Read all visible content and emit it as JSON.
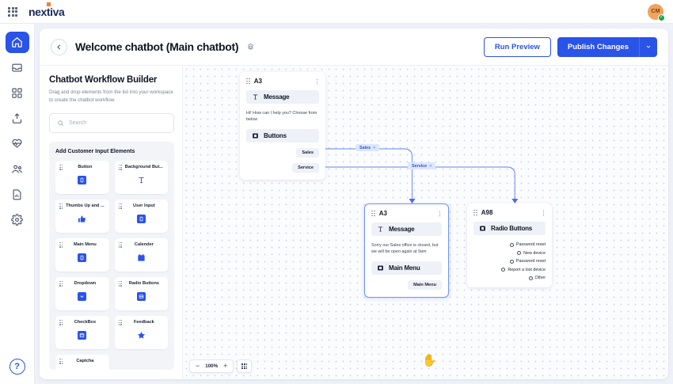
{
  "topbar": {
    "waffle_icon": "apps-grid-icon",
    "brand": "nextiva",
    "avatar_initials": "CM",
    "avatar_badge": "✓"
  },
  "rail": {
    "items": [
      {
        "name": "home",
        "icon": "home-icon",
        "active": true
      },
      {
        "name": "inbox",
        "icon": "inbox-icon",
        "active": false
      },
      {
        "name": "apps",
        "icon": "grid-icon",
        "active": false
      },
      {
        "name": "upload",
        "icon": "upload-icon",
        "active": false
      },
      {
        "name": "pulse",
        "icon": "heart-pulse-icon",
        "active": false
      },
      {
        "name": "contacts",
        "icon": "people-icon",
        "active": false
      },
      {
        "name": "reports",
        "icon": "report-file-icon",
        "active": false
      },
      {
        "name": "settings",
        "icon": "gear-icon",
        "active": false
      }
    ],
    "help_label": "?"
  },
  "header": {
    "back_icon": "arrow-left-icon",
    "title": "Welcome chatbot (Main chatbot)",
    "settings_icon": "gear-icon",
    "run_preview_label": "Run Preview",
    "publish_label": "Publish Changes",
    "publish_caret_icon": "chevron-down-icon",
    "accent_color": "#2a53e8"
  },
  "left_panel": {
    "title": "Chatbot Workflow Builder",
    "subtitle": "Drag and drop elements from the list into your workspace to create the chatbot workflow.",
    "search": {
      "placeholder": "Search",
      "value": "",
      "icon": "search-icon"
    },
    "elements_title": "Add Customer Input Elements",
    "elements": [
      {
        "label": "Button",
        "icon": "button-icon"
      },
      {
        "label": "Background But...",
        "icon": "text-icon"
      },
      {
        "label": "Thumbs Up and ...",
        "icon": "thumbs-up-icon"
      },
      {
        "label": "User Input",
        "icon": "input-icon"
      },
      {
        "label": "Main Menu",
        "icon": "menu-icon"
      },
      {
        "label": "Calender",
        "icon": "calendar-icon"
      },
      {
        "label": "Dropdown",
        "icon": "dropdown-icon"
      },
      {
        "label": "Radio Buttons",
        "icon": "radio-icon"
      },
      {
        "label": "CheckBox",
        "icon": "checkbox-icon"
      },
      {
        "label": "Feedback",
        "icon": "star-icon"
      },
      {
        "label": "Captcha",
        "icon": "captcha-icon"
      }
    ]
  },
  "canvas": {
    "nodes": [
      {
        "id": "A3",
        "blocks": [
          {
            "label": "Message",
            "icon": "text-icon"
          }
        ],
        "message": "Hi! How can I help you? Choose from below",
        "second_block": {
          "label": "Buttons",
          "icon": "button-block-icon"
        },
        "choices": [
          "Sales",
          "Service"
        ]
      },
      {
        "id": "A3",
        "blocks": [
          {
            "label": "Message",
            "icon": "text-icon"
          }
        ],
        "message": "Sorry our Sales office is closed, but we will be open again at 9am",
        "second_block": {
          "label": "Main Menu",
          "icon": "menu-block-icon"
        },
        "choices": [
          "Main Menu"
        ]
      },
      {
        "id": "A98",
        "blocks": [
          {
            "label": "Radio Buttons",
            "icon": "radio-block-icon"
          }
        ],
        "radios": [
          "Password reset",
          "New device",
          "Password reset",
          "Report a lost device",
          "Other"
        ]
      }
    ],
    "edges": [
      {
        "label": "Sales",
        "close": "×"
      },
      {
        "label": "Service",
        "close": "×"
      }
    ],
    "zoom": {
      "minus": "−",
      "value": "100%",
      "plus": "+",
      "fit_icon": "fit-grid-icon"
    },
    "cursor_icon": "grab-hand-icon"
  }
}
